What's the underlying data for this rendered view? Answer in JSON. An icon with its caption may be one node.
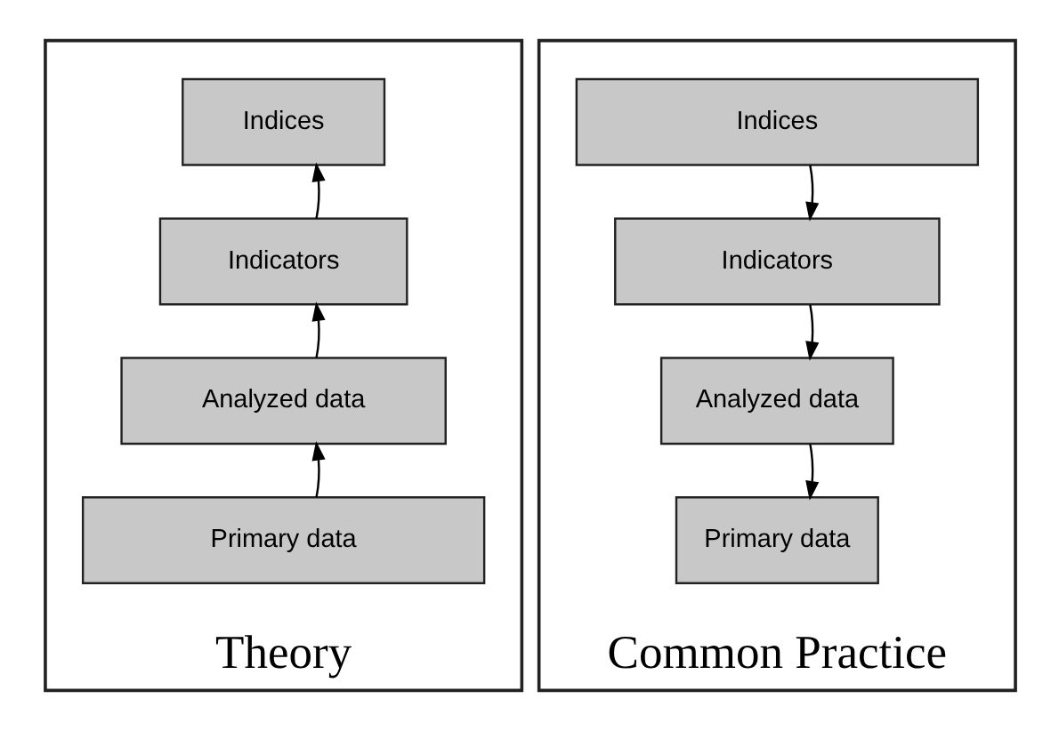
{
  "diagram": {
    "nodes": [
      {
        "text": [
          "Theory"
        ]
      },
      {
        "text": [
          "Indices"
        ],
        "in": 0
      },
      {
        "text": [
          "Indicators"
        ],
        "in": 0
      },
      {
        "text": [
          "Analyzed data"
        ],
        "in": 0
      },
      {
        "text": [
          "Primary data"
        ],
        "in": 0
      },
      {
        "text": [
          "Common Practice"
        ]
      },
      {
        "text": [
          "Indices"
        ],
        "in": 5
      },
      {
        "text": [
          "Indicators"
        ],
        "in": 5
      },
      {
        "text": [
          "Analyzed data"
        ],
        "in": 5
      },
      {
        "text": [
          "Primary data"
        ],
        "in": 5
      }
    ],
    "edges": [
      {
        "from": 4,
        "to": 3,
        "arrow": "to"
      },
      {
        "from": 3,
        "to": 2,
        "arrow": "to"
      },
      {
        "from": 2,
        "to": 1,
        "arrow": "to"
      },
      {
        "from": 6,
        "to": 7,
        "arrow": "to"
      },
      {
        "from": 7,
        "to": 8,
        "arrow": "to"
      },
      {
        "from": 8,
        "to": 9,
        "arrow": "to"
      }
    ]
  }
}
